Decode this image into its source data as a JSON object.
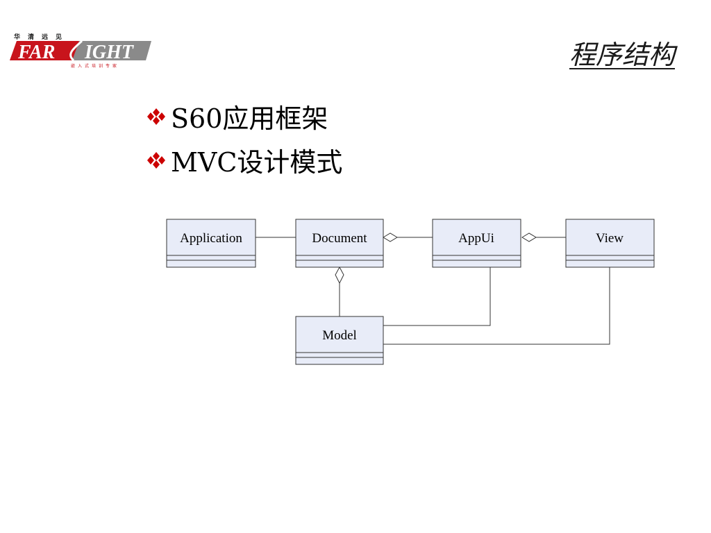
{
  "logo": {
    "top_text": "华清远见",
    "left_text": "FAR",
    "right_text": "IGHT",
    "bottom_text": "嵌入式培训专家",
    "colors": {
      "red": "#c8141c",
      "gray": "#8a8a8a"
    }
  },
  "slide": {
    "title": "程序结构",
    "bullets": [
      {
        "text": "S60应用框架",
        "marker": "diamond-four-icon"
      },
      {
        "text": "MVC设计模式",
        "marker": "diamond-four-icon"
      }
    ],
    "marker_color": "#cc0000"
  },
  "diagram": {
    "classes": [
      {
        "id": "application",
        "name": "Application"
      },
      {
        "id": "document",
        "name": "Document"
      },
      {
        "id": "appui",
        "name": "AppUi"
      },
      {
        "id": "view",
        "name": "View"
      },
      {
        "id": "model",
        "name": "Model"
      }
    ],
    "relations": [
      {
        "from": "application",
        "to": "document",
        "type": "association"
      },
      {
        "from": "appui",
        "to": "document",
        "type": "aggregation"
      },
      {
        "from": "view",
        "to": "appui",
        "type": "aggregation"
      },
      {
        "from": "model",
        "to": "document",
        "type": "aggregation"
      },
      {
        "from": "appui",
        "to": "model",
        "type": "association"
      },
      {
        "from": "view",
        "to": "model",
        "type": "association"
      }
    ],
    "box_fill": "#e8ecf8",
    "line_color": "#333333"
  }
}
